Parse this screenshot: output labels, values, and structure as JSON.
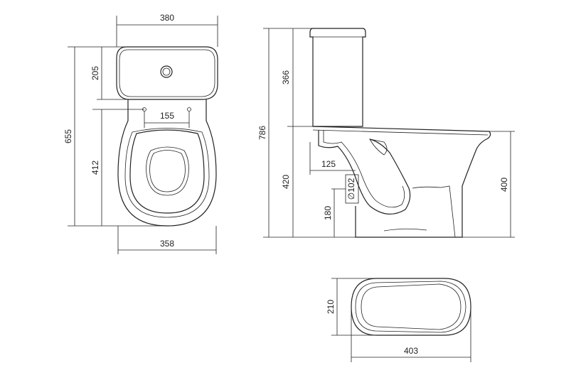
{
  "dimensions": {
    "top_width": "380",
    "tank_depth": "205",
    "overall_length": "655",
    "bolt_spacing": "155",
    "seat_length": "412",
    "base_width": "358",
    "tank_height": "366",
    "overall_height": "786",
    "outlet_offset": "125",
    "outlet_diameter": "∅102",
    "inlet_height": "420",
    "outlet_height": "180",
    "rim_height": "400",
    "bowl_width": "210",
    "bowl_length": "403"
  }
}
